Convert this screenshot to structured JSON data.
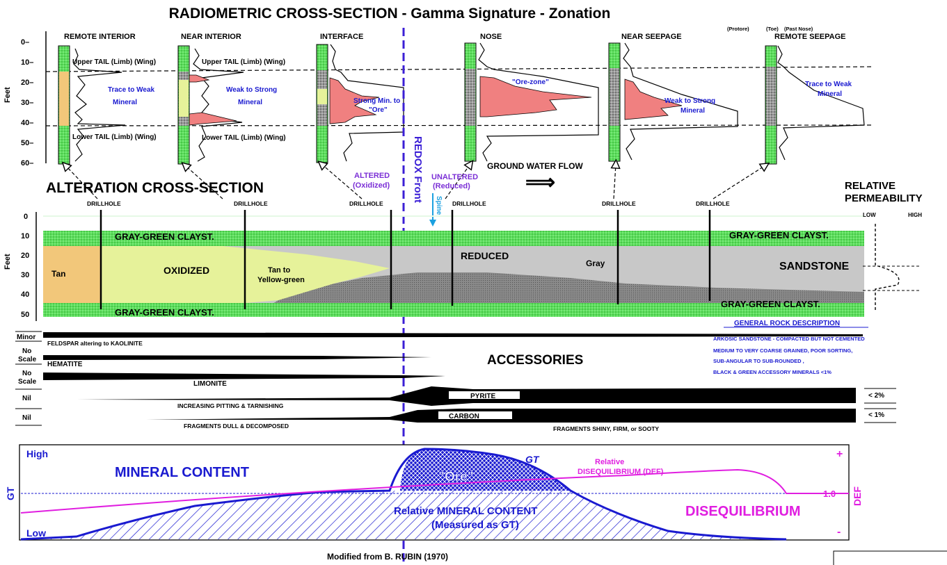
{
  "title": "RADIOMETRIC CROSS-SECTION -  Gamma Signature  - Zonation",
  "top_notes": {
    "protore": "(Protore)",
    "toe": "(Toe)",
    "past_nose": "(Past Nose)"
  },
  "gamma": {
    "feet_label": "Feet",
    "ticks": [
      "0–",
      "10–",
      "20–",
      "30–",
      "40–",
      "50–",
      "60–"
    ],
    "zones": {
      "remote_interior": "REMOTE INTERIOR",
      "near_interior": "NEAR INTERIOR",
      "interface": "INTERFACE",
      "nose": "NOSE",
      "near_seepage": "NEAR  SEEPAGE",
      "remote_seepage": "REMOTE  SEEPAGE"
    },
    "upper_tail_1": "Upper TAIL (Limb) (Wing)",
    "upper_tail_2": "Upper TAIL (Limb) (Wing)",
    "lower_tail_1": "Lower TAIL (Limb) (Wing)",
    "lower_tail_2": "Lower TAIL  (Limb)  (Wing)",
    "trace_weak_1": "Trace to Weak",
    "mineral_1": "Mineral",
    "weak_strong_1": "Weak to Strong",
    "mineral_2": "Mineral",
    "strong_min_1": "Strong Min. to",
    "strong_min_2": "\"Ore\"",
    "ore_zone": "\"Ore-zone\"",
    "weak_strong_3": "Weak to Strong",
    "mineral_3": "Mineral",
    "trace_weak_2": "Trace to Weak",
    "mineral_4": "Mineral",
    "altered_1": "ALTERED",
    "altered_2": "(Oxidized)",
    "unaltered_1": "UNALTERED",
    "unaltered_2": "(Reduced)",
    "redox_front": "REDOX  Front",
    "spine": "Spine",
    "gw_flow": "GROUND WATER FLOW",
    "flow_arrow": "⟹"
  },
  "alteration": {
    "title": "ALTERATION CROSS-SECTION",
    "feet_label": "Feet",
    "ticks": [
      "0",
      "10",
      "20",
      "30",
      "40",
      "50"
    ],
    "drillhole": "DRILLHOLE",
    "top_clay_1": "GRAY-GREEN CLAYST.",
    "top_clay_2": "GRAY-GREEN CLAYST.",
    "bottom_clay_1": "GRAY-GREEN CLAYST.",
    "bottom_clay_2": "GRAY-GREEN CLAYST.",
    "tan": "Tan",
    "oxidized": "OXIDIZED",
    "tan_yg_1": "Tan to",
    "tan_yg_2": "Yellow-green",
    "reduced": "REDUCED",
    "gray": "Gray",
    "sandstone": "SANDSTONE",
    "rel_perm_1": "RELATIVE",
    "rel_perm_2": "PERMEABILITY",
    "low": "LOW",
    "high": "HIGH"
  },
  "accessories": {
    "heading": "ACCESSORIES",
    "scale_minor": "Minor",
    "scale_no1": "No",
    "scale_scale1": "Scale",
    "scale_no2": "No",
    "scale_scale2": "Scale",
    "scale_nil1": "Nil",
    "scale_nil2": "Nil",
    "feldspar": "FELDSPAR altering to KAOLINITE",
    "hematite": "HEMATITE",
    "limonite": "LIMONITE",
    "pitting": "INCREASING PITTING & TARNISHING",
    "pyrite": "PYRITE",
    "pct2": "< 2%",
    "pct1": "< 1%",
    "fragments_dull": "FRAGMENTS DULL & DECOMPOSED",
    "carbon": "CARBON",
    "fragments_shiny": "FRAGMENTS SHINY, FIRM, or SOOTY"
  },
  "rock_description": {
    "heading": "GENERAL ROCK DESCRIPTION",
    "lines": [
      "ARKOSIC  SANDSTONE - COMPACTED BUT NOT CEMENTED",
      "MEDIUM TO VERY COARSE GRAINED, POOR SORTING,",
      "SUB-ANGULAR TO SUB-ROUNDED ,",
      "BLACK & GREEN ACCESSORY MINERALS <1%"
    ]
  },
  "mineral": {
    "high": "High",
    "low": "Low",
    "gt_axis": "GT",
    "mineral_content": "MINERAL CONTENT",
    "ore": "\"Ore\"",
    "gt_curve": "GT",
    "relative": "Relative",
    "diseq_def": "DISEQUILIBRIUM (DEF)",
    "one_point_oh": "1.0",
    "def_axis": "DEF",
    "plus": "+",
    "minus": "-",
    "rel_mineral_1": "Relative  MINERAL CONTENT",
    "rel_mineral_2": "(Measured as GT)",
    "disequilibrium": "DISEQUILIBRIUM"
  },
  "credit": "Modified from B. RUBIN (1970)",
  "colors": {
    "blue": "#1a1ad0",
    "magenta": "#e01ee0",
    "ore_red": "#f08080",
    "green": "#5ce05c",
    "tan": "#f2c77a",
    "yellow_green": "#e6f29a",
    "gray": "#c8c8c8"
  }
}
